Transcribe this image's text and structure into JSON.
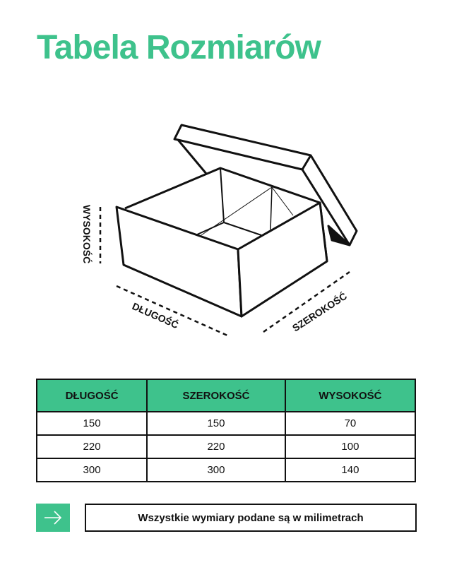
{
  "title": "Tabela Rozmiarów",
  "diagram": {
    "height_label": "WYSOKOŚĆ",
    "length_label": "DŁUGOŚĆ",
    "width_label": "SZEROKOŚĆ"
  },
  "table": {
    "headers": [
      "DŁUGOŚĆ",
      "SZEROKOŚĆ",
      "WYSOKOŚĆ"
    ],
    "rows": [
      [
        "150",
        "150",
        "70"
      ],
      [
        "220",
        "220",
        "100"
      ],
      [
        "300",
        "300",
        "140"
      ]
    ]
  },
  "note": "Wszystkie wymiary podane są w milimetrach",
  "colors": {
    "accent": "#3ec28c"
  }
}
